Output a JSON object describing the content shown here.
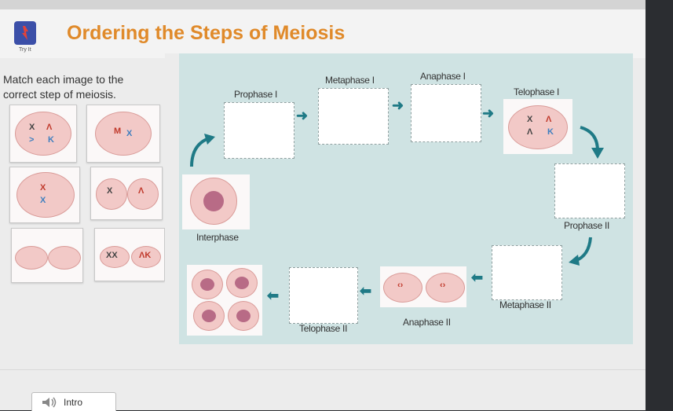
{
  "header": {
    "title": "Ordering the Steps of Meiosis",
    "try_it": "Try It"
  },
  "instructions": "Match each image to the correct step of meiosis.",
  "diagram": {
    "labels": {
      "prophase1": "Prophase I",
      "metaphase1": "Metaphase I",
      "anaphase1": "Anaphase I",
      "telophase1": "Telophase I",
      "prophase2": "Prophase II",
      "metaphase2": "Metaphase II",
      "anaphase2": "Anaphase II",
      "telophase2": "Telophase II",
      "interphase": "Interphase"
    }
  },
  "footer": {
    "intro_label": "Intro"
  },
  "colors": {
    "title": "#e08a2a",
    "panel": "#cfe3e3",
    "arrow": "#1f7a86",
    "cell": "#f2c9c7",
    "nucleus": "#b86b86"
  }
}
